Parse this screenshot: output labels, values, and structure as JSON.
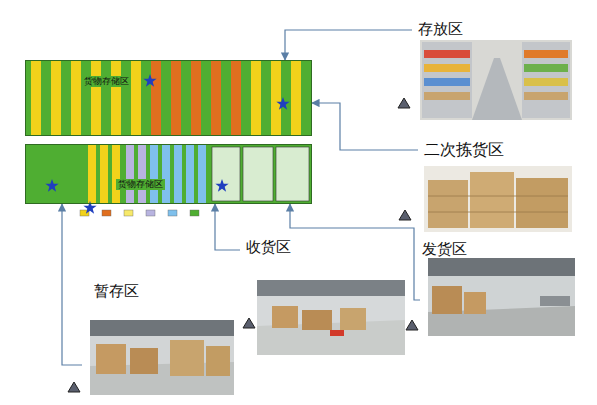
{
  "diagram": {
    "nodes": [
      {
        "text": [
          "货物存储区"
        ]
      },
      {
        "text": [
          "货物存储区"
        ]
      },
      {
        "text": [
          "存放区"
        ]
      },
      {
        "text": [
          "二次拣货区"
        ]
      },
      {
        "text": [
          "收货区"
        ]
      },
      {
        "text": [
          "发货区"
        ]
      },
      {
        "text": [
          "暂存区"
        ]
      }
    ],
    "edges": [
      {
        "from": 2,
        "to": 0,
        "arrow": "to"
      },
      {
        "from": 3,
        "to": 0,
        "arrow": "to"
      },
      {
        "from": 5,
        "to": 1,
        "arrow": "to"
      },
      {
        "from": 4,
        "to": 1,
        "arrow": "to"
      },
      {
        "from": 6,
        "to": 1,
        "arrow": "to"
      }
    ]
  }
}
